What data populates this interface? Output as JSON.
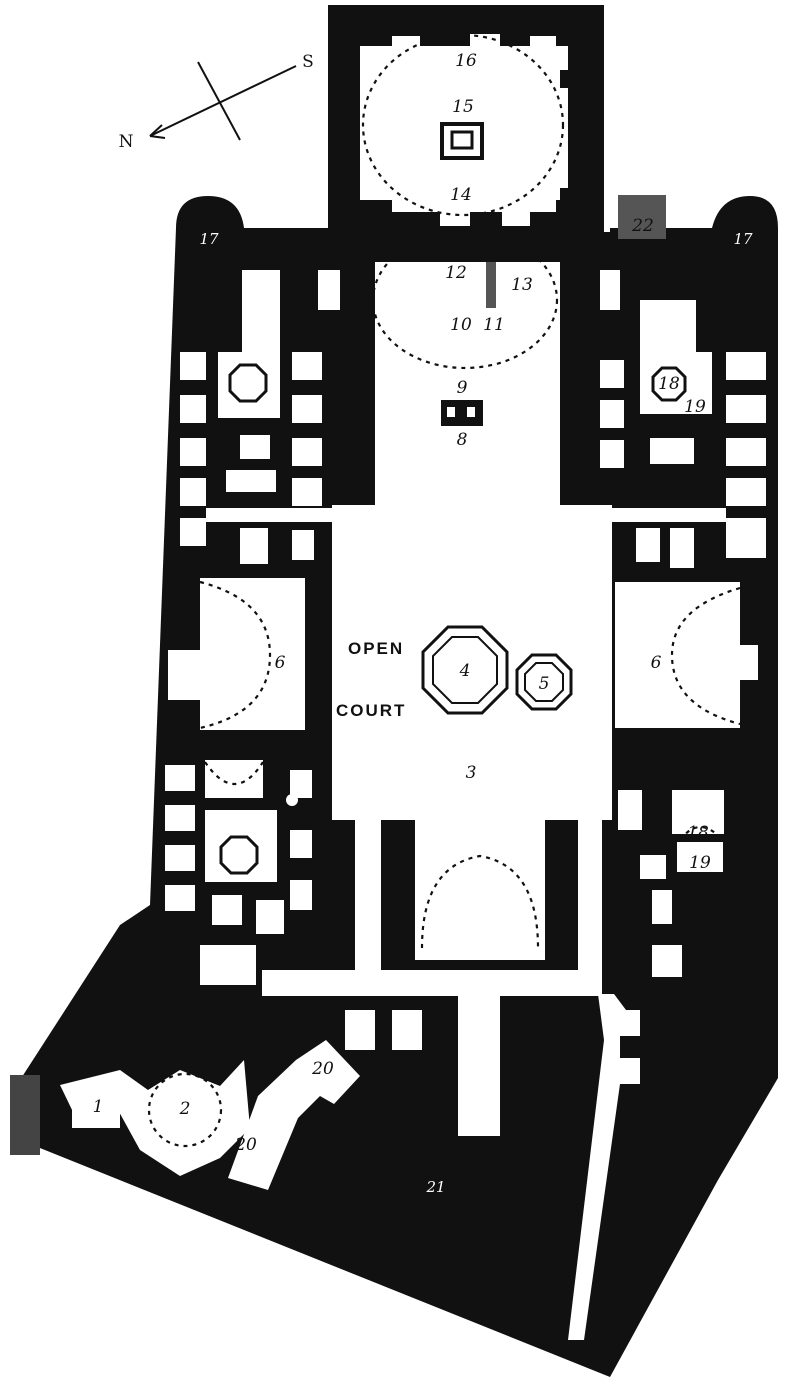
{
  "compass": {
    "south": "S",
    "north": "N"
  },
  "court": {
    "line1": "OPEN",
    "line2": "COURT"
  },
  "labels": {
    "n1": "1",
    "n2": "2",
    "n3": "3",
    "n4": "4",
    "n5": "5",
    "n6": "6",
    "n8": "8",
    "n9": "9",
    "n10": "10",
    "n11": "11",
    "n12": "12",
    "n13": "13",
    "n14": "14",
    "n15": "15",
    "n16": "16",
    "n17": "17",
    "n18": "18",
    "n19": "19",
    "n20": "20",
    "n21": "21",
    "n22": "22"
  },
  "colors": {
    "wall": "#111111",
    "room": "#ffffff"
  }
}
